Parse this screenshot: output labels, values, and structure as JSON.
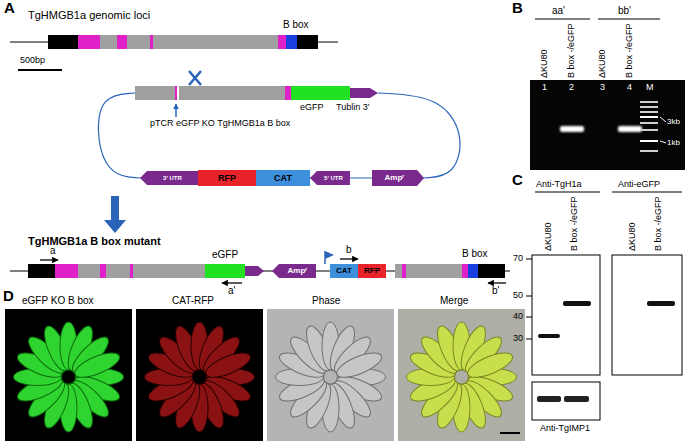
{
  "diagram": {
    "nodes": [
      {
        "text": [
          "3' UTR"
        ]
      },
      {
        "text": [
          "RFP"
        ]
      },
      {
        "text": [
          "CAT"
        ]
      },
      {
        "text": [
          "5' UTR"
        ]
      },
      {
        "text": [
          "Ampʳ"
        ]
      },
      {
        "text": [
          "Ampʳ"
        ]
      },
      {
        "text": [
          "CAT"
        ]
      },
      {
        "text": [
          "RFP"
        ]
      }
    ],
    "labels": [
      "A",
      "TgHMGB1a genomic loci",
      "B box",
      "500bp",
      "eGFP",
      "Tublin 3'",
      "pTCR eGFP KO TgHMGB1a B box",
      "TgHMGB1a B box mutant",
      "a",
      "eGFP",
      "b",
      "B box",
      "a'",
      "b'",
      "B",
      "aa'",
      "bb'",
      "ΔKU80",
      "B box -/eGFP",
      "ΔKU80",
      "B box -/eGFP",
      "1",
      "2",
      "3",
      "4",
      "M",
      "3kb",
      "1kb",
      "C",
      "Anti-TgH1a",
      "Anti-eGFP",
      "ΔKU80",
      "B box -/eGFP",
      "ΔKU80",
      "B box -/eGFP",
      "70",
      "50",
      "40",
      "30",
      "Anti-TgIMP1",
      "D",
      "eGFP KO B box",
      "CAT-RFP",
      "Phase",
      "Merge"
    ]
  }
}
